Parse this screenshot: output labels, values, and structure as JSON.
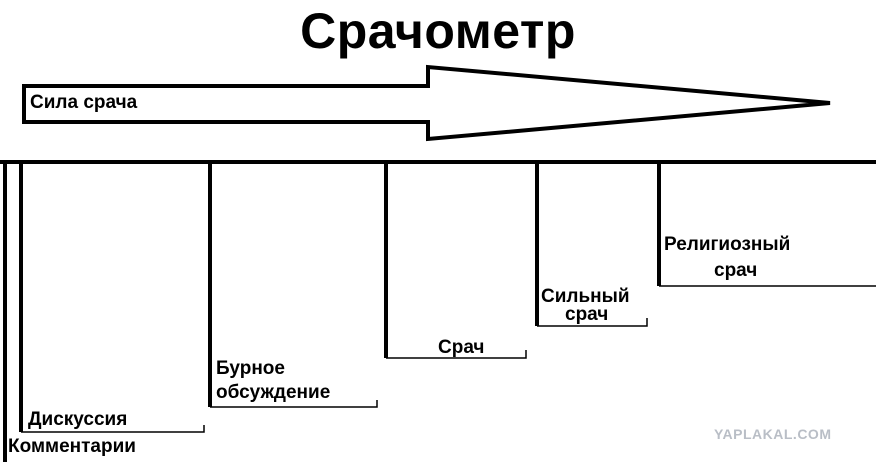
{
  "title": "Срачометр",
  "arrow_label": "Сила срача",
  "levels": [
    {
      "line1": "Комментарии",
      "line2": ""
    },
    {
      "line1": "Дискуссия",
      "line2": ""
    },
    {
      "line1": "Бурное",
      "line2": "обсуждение"
    },
    {
      "line1": "Срач",
      "line2": ""
    },
    {
      "line1": "Сильный",
      "line2": "срач"
    },
    {
      "line1": "Религиозный",
      "line2": "срач"
    }
  ],
  "watermark": "YAPLAKAL.COM"
}
